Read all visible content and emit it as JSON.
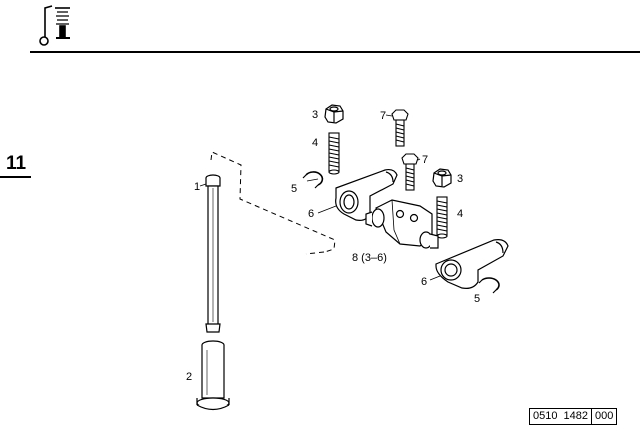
{
  "header": {
    "icon": "valve-spring-icon"
  },
  "section": {
    "number": "11"
  },
  "callouts": {
    "c1": "1",
    "c2": "2",
    "c3a": "3",
    "c3b": "3",
    "c4a": "4",
    "c4b": "4",
    "c5a": "5",
    "c5b": "5",
    "c6a": "6",
    "c6b": "6",
    "c7a": "7",
    "c7b": "7",
    "c8": "8 (3–6)"
  },
  "reference": {
    "code_a": "0510",
    "code_b": "1482",
    "code_c": "000"
  }
}
